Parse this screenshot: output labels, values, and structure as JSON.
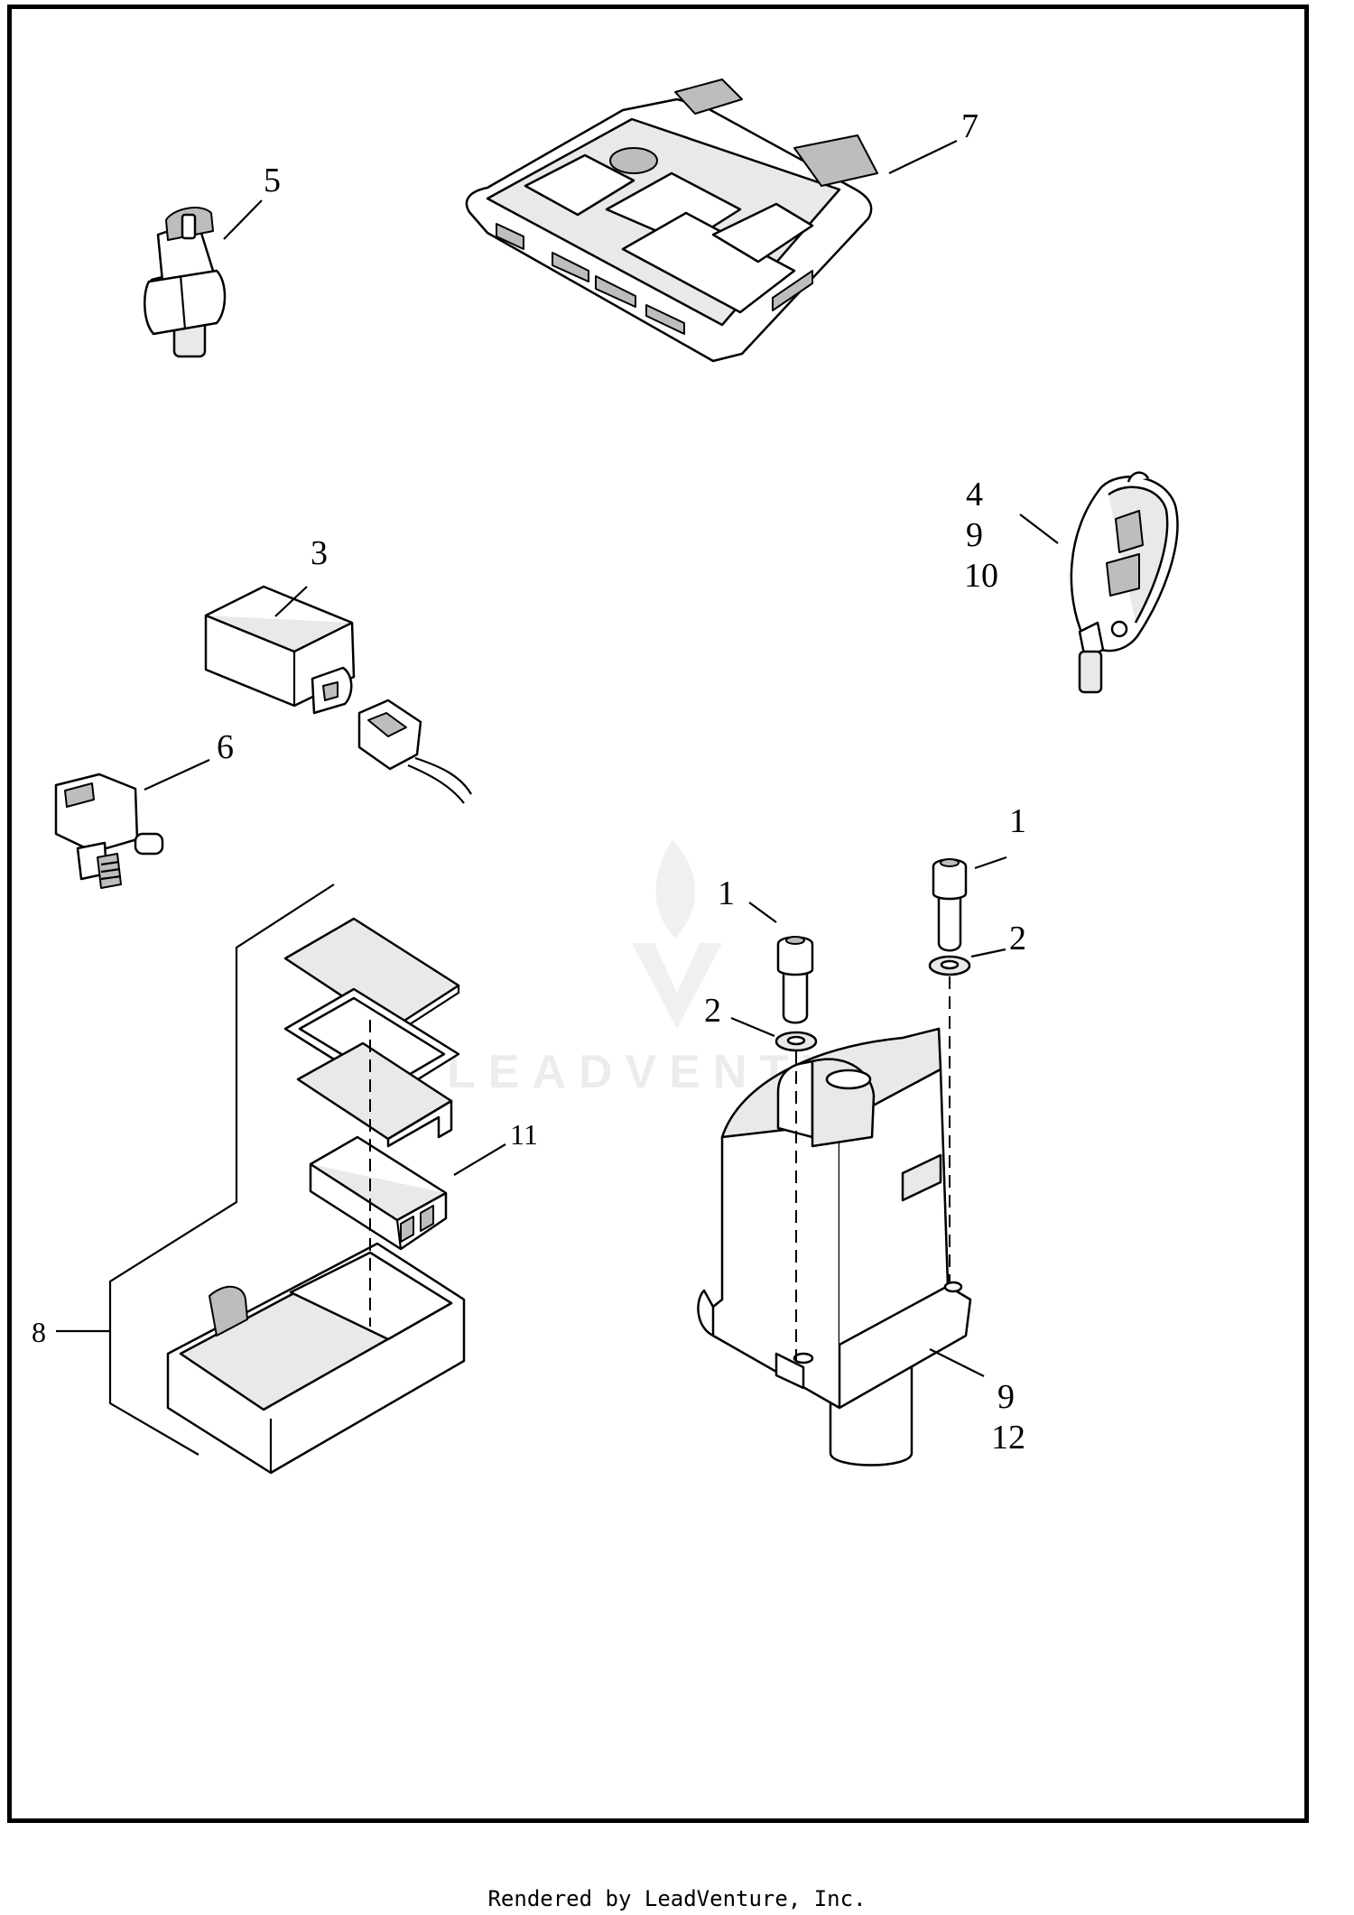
{
  "callouts": {
    "c1a": "1",
    "c1b": "1",
    "c2a": "2",
    "c2b": "2",
    "c3": "3",
    "c4": "4",
    "c9a": "9",
    "c10": "10",
    "c5": "5",
    "c6": "6",
    "c7": "7",
    "c8": "8",
    "c9b": "9",
    "c11": "11",
    "c12": "12"
  },
  "watermark": {
    "text": "LEADVENTURE"
  },
  "footer": {
    "text": "Rendered by LeadVenture, Inc."
  }
}
